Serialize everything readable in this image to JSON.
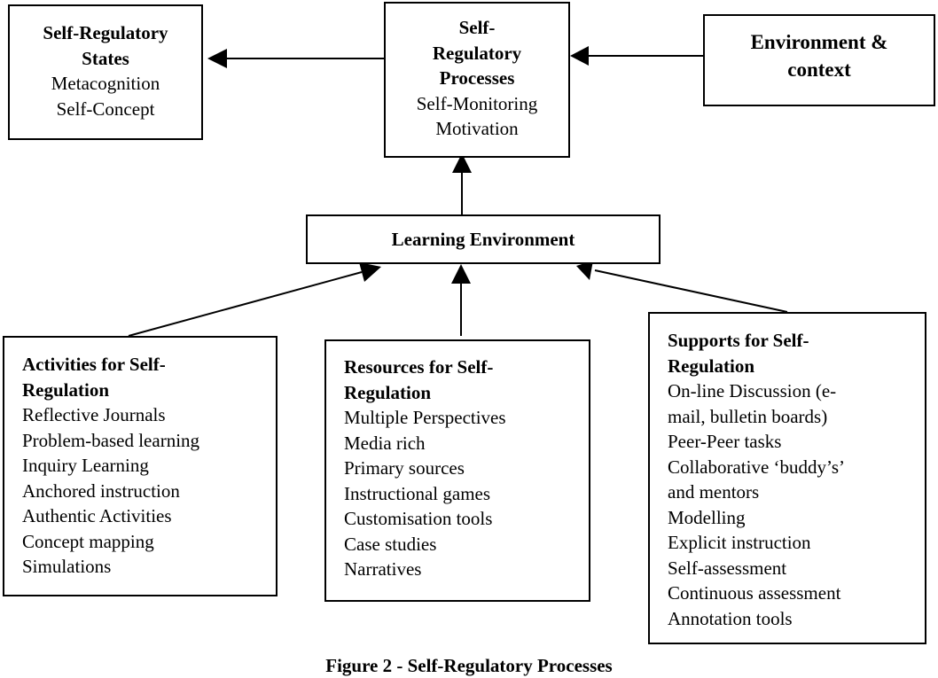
{
  "states": {
    "title_lines": [
      "Self-Regulatory",
      "States"
    ],
    "items": [
      "Metacognition",
      "Self-Concept"
    ]
  },
  "processes": {
    "title_lines": [
      "Self-",
      "Regulatory",
      "Processes"
    ],
    "items": [
      "Self-Monitoring",
      "Motivation"
    ]
  },
  "environment_context": {
    "title_lines": [
      "Environment &",
      "context"
    ]
  },
  "learning_environment": {
    "title": "Learning Environment"
  },
  "activities": {
    "title_lines": [
      "Activities for Self-",
      "Regulation"
    ],
    "items": [
      "Reflective Journals",
      "Problem-based learning",
      "Inquiry Learning",
      "Anchored instruction",
      "Authentic Activities",
      "Concept mapping",
      "Simulations"
    ]
  },
  "resources": {
    "title_lines": [
      "Resources for Self-",
      "Regulation"
    ],
    "items": [
      "Multiple Perspectives",
      "Media rich",
      "Primary sources",
      "Instructional games",
      "Customisation tools",
      "Case studies",
      "Narratives"
    ]
  },
  "supports": {
    "title_lines": [
      "Supports for Self-",
      "Regulation"
    ],
    "items": [
      "On-line Discussion (e-",
      "mail, bulletin boards)",
      "Peer-Peer tasks",
      "Collaborative ‘buddy’s’",
      "and mentors",
      "Modelling",
      "Explicit instruction",
      "Self-assessment",
      "Continuous assessment",
      "Annotation tools"
    ]
  },
  "caption": "Figure 2 - Self-Regulatory Processes"
}
